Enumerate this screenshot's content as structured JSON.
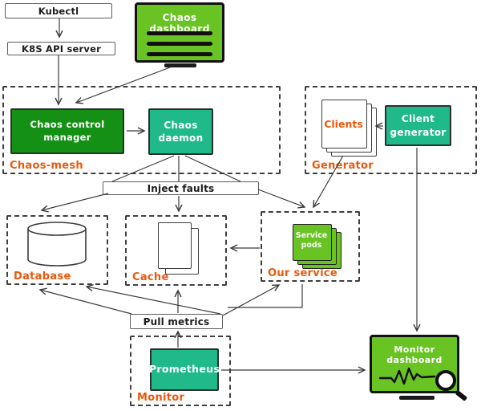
{
  "colors": {
    "bright_green": "#69c322",
    "dark_green": "#149014",
    "teal": "#1fb98a",
    "label_orange": "#e8590c",
    "ink": "#3b3b3b"
  },
  "nodes": {
    "kubectl": {
      "label": "Kubectl"
    },
    "k8s_api_server": {
      "label": "K8S API server"
    },
    "chaos_dashboard": {
      "label": "Chaos dashboard"
    },
    "chaos_mesh": {
      "label": "Chaos-mesh",
      "control_manager": "Chaos control manager",
      "daemon": "Chaos daemon"
    },
    "generator": {
      "label": "Generator",
      "clients": "Clients",
      "client_generator": "Client generator"
    },
    "inject_faults": {
      "label": "Inject faults"
    },
    "database": {
      "label": "Database"
    },
    "cache": {
      "label": "Cache"
    },
    "our_service": {
      "label": "Our service",
      "service_pods": "Service pods"
    },
    "pull_metrics": {
      "label": "Pull metrics"
    },
    "monitor": {
      "label": "Monitor",
      "prometheus": "Prometheus"
    },
    "monitor_dashboard": {
      "label": "Monitor dashboard"
    }
  }
}
